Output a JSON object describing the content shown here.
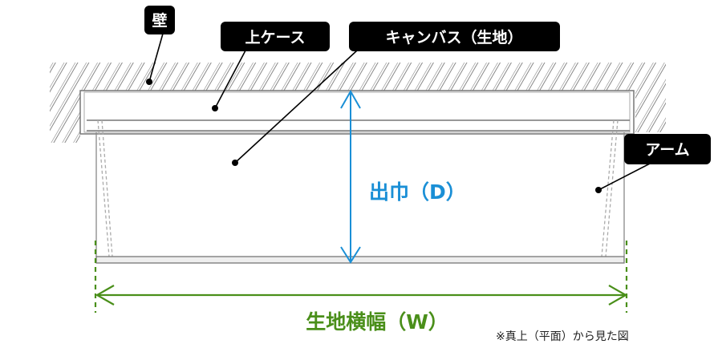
{
  "labels": {
    "wall": "壁",
    "upper_case": "上ケース",
    "canvas": "キャンバス（生地）",
    "arm": "アーム"
  },
  "dimensions": {
    "depth": "出巾（D）",
    "width": "生地横幅（W）"
  },
  "note": "※真上（平面）から見た図",
  "colors": {
    "depth": "#1a8fd6",
    "width": "#4a8f1a",
    "label_bg": "#000000"
  }
}
